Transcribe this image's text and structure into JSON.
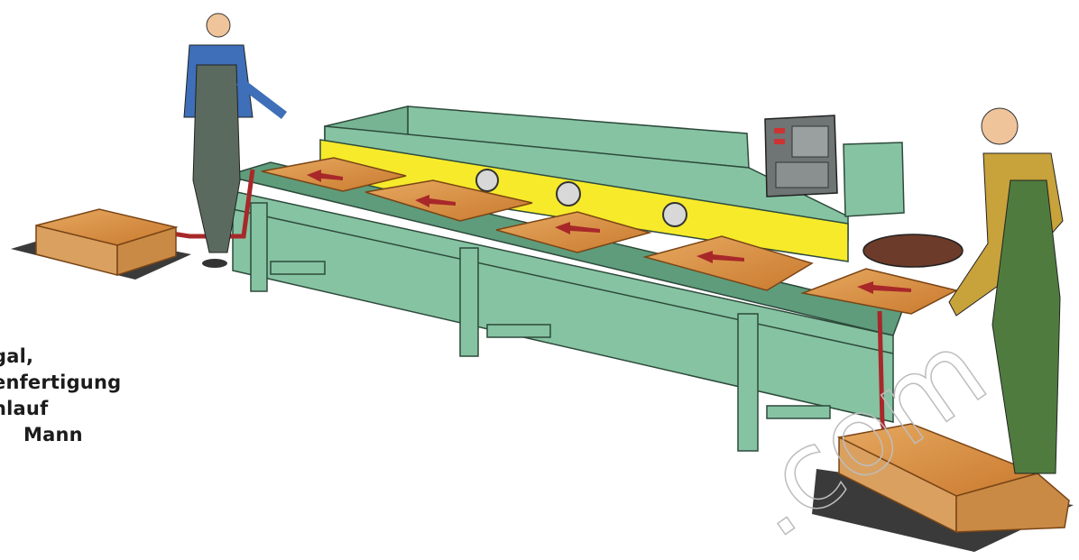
{
  "caption": {
    "lines": [
      "gal,",
      "enfertigung",
      "hlauf",
      "Mann"
    ]
  },
  "watermark": ".com",
  "colors": {
    "machine_green": "#86c3a2",
    "machine_dark": "#5e9c7c",
    "feed_yellow": "#f6ea2a",
    "wood": "#d48a3c",
    "arrow_red": "#a8282a"
  }
}
